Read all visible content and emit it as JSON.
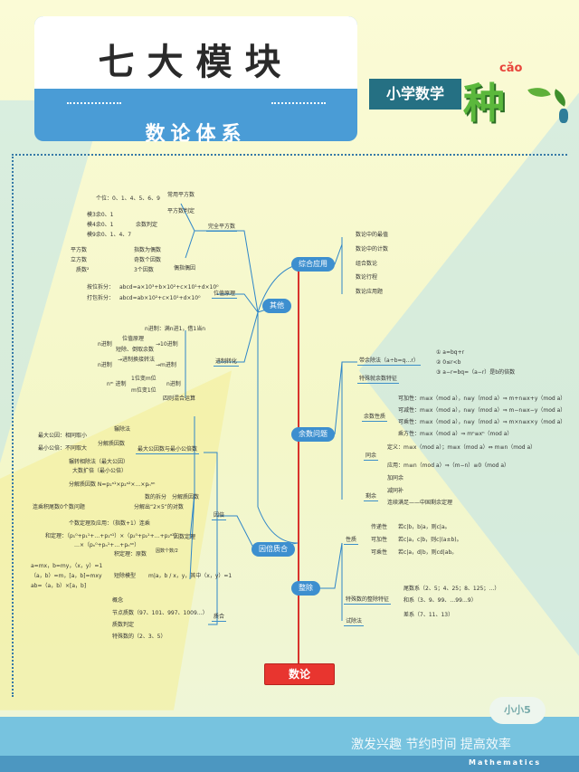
{
  "header": {
    "title": "七大模块",
    "subtitle": "数论体系",
    "brand_label": "小学数学",
    "brand_char": "种",
    "brand_pinyin": "cǎo"
  },
  "root": "数论",
  "branches": {
    "qita": "其他",
    "yinbei": "因倍质合",
    "zongyingyong": "综合应用",
    "yushu": "余数问题",
    "zhengchu": "整除"
  },
  "zongyingyong_items": [
    "数论中的最值",
    "数论中的计数",
    "组合数论",
    "数论行程",
    "数论应用题"
  ],
  "wanquan": {
    "label": "完全平方数",
    "gewei": "个位：0、1、4、5、6、9",
    "changyong": "常用平方数",
    "mo3": "模3余0、1",
    "mo4": "模4余0、1",
    "mo9": "模9余0、1、4、7",
    "yushu_pan": "余数判定",
    "pingfang_pan": "平方数判定",
    "pfs": "平方数",
    "lfs": "立方数",
    "zhishu": "质数²",
    "zhishu_arrow": "指数为偶数",
    "qishu": "奇数个因数",
    "yinshu3": "3个因数",
    "oubu": "偶指偶因"
  },
  "weizhi": {
    "label": "位值原理",
    "anwei": "按位拆分：",
    "anwei_formula": "abcd=a×10³+b×10²+c×10¹+d×10⁰",
    "dabao": "打包拆分：",
    "dabao_formula": "abcd=ab×10²+c×10¹+d×10⁰"
  },
  "jinzhi": {
    "label": "进制转化",
    "n_rule": "n进制：满n进1，借1当n",
    "weizhi": "位值原理",
    "duanchu": "短除、倒取余数",
    "n_jinzhi": "n进制",
    "plus10": "→10进制",
    "jinzhi_rule": "n进制",
    "jinwei": "→进制换接转法",
    "m_jinzhi": "→m进制",
    "nm": "nᵐ 进制",
    "yiwei": "1位变m位",
    "m_fanwei": "m位变1位",
    "n_jz": "n进制",
    "sizi": "四则混合运算"
  },
  "gongyin": {
    "label": "最大公因数与最小公倍数",
    "zuida": "最大公因：相同取小",
    "zuixiao": "最小公倍：不同取大",
    "zhanchu": "辗除法",
    "fenjie": "分解质因数",
    "dijian": "辗转相除法（最大公因）",
    "dajin": "大数扩倍（最小公倍）"
  },
  "fenjiezhi": {
    "label": "分解质因数",
    "formula": "分解质因数 N=p₁ᵃ¹×p₂ᵃ²×…×pₙᵃⁿ",
    "chaifen": "数的拆分",
    "lianchen": "连乘积尾数0个数问题",
    "fenjie25": "分解出“2×5”的对数"
  },
  "yinshu": {
    "label": "因数定理",
    "geshu": "个数定理及应用：（指数+1）连乘",
    "hedingli": "和定理：（p₁⁰+p₁¹+…+p₁ᵃ¹）×（p₂⁰+p₂¹+…+p₂ᵃ²）",
    "hedingli2": "…×（pₙ⁰+pₙ¹+…+pₙᵃⁿ）",
    "jidingli": "积定理：原数",
    "jidingli_frac": "因数个数/2"
  },
  "zhuanhua": {
    "a": "a=mx，b=my，（x，y）=1",
    "b": "（a，b）=m，[a，b]=mxy",
    "c": "ab=（a，b）×[a，b]",
    "moxing": "短除模型",
    "moxing_formula": "m|a，b / x，y，其中（x，y）=1"
  },
  "yinbei_box": "因倍",
  "hezhi": {
    "label": "质合",
    "gainian": "概念",
    "jiandian": "节点质数（97、101、997、1009…）",
    "panding": "质数判定",
    "teshu": "特殊数的（2、3、5）"
  },
  "yushu": {
    "daiyu": "带余除法",
    "daiyu_formula": "（a÷b=q…r）",
    "r1": "① a=bq+r",
    "r2": "② 0≤r<b",
    "r3": "③ a−r=bq=（a−r）是b的倍数",
    "teshu": "特殊就余数特征",
    "xingzhi": "余数性质",
    "jia": "可加性：m≡x（mod a），n≡y（mod a）⇒ m+n≡x+y（mod a）",
    "jian": "可减性：m≡x（mod a），n≡y（mod a）⇒ m−n≡x−y（mod a）",
    "cheng": "可乘性：m≡x（mod a），n≡y（mod a）⇒ m×n≡x×y（mod a）",
    "chengfang": "乘方性：m≡x（mod a）⇒ mⁿ≡xⁿ（mod a）",
    "tongyu": "同余",
    "dingyi": "定义：m≡x（mod a）；m≡x（mod a）⇔ m≡n（mod a）",
    "yingyong": "应用：m≡n（mod a）⇒（m−n）≡0（mod a）",
    "shengyu": "剩余",
    "jiatong": "加同余",
    "jiantong": "减同补",
    "lianxu": "连续满足——中国剩余定理"
  },
  "zhengchu": {
    "xingzhi": "性质",
    "chuandi": "传递性",
    "chuandi_f": "若c|b，b|a，则c|a。",
    "kejia": "可加性",
    "kejia_f": "若c|a，c|b，则c|(a±b)。",
    "kecheng": "可乘性",
    "kecheng_f": "若c|a，d|b，则cd|ab。",
    "tezheng": "特殊数的整除特征",
    "weishu": "尾数系（2、5；4、25；8、125；…）",
    "heshu": "和系（3、9、99、…99…9）",
    "chashu": "差系（7、11、13）",
    "shichu": "试除法"
  },
  "footer": {
    "watermark": "激发兴趣 节约时间 提高效率",
    "mathematics": "Mathematics",
    "logo": "小小5"
  }
}
